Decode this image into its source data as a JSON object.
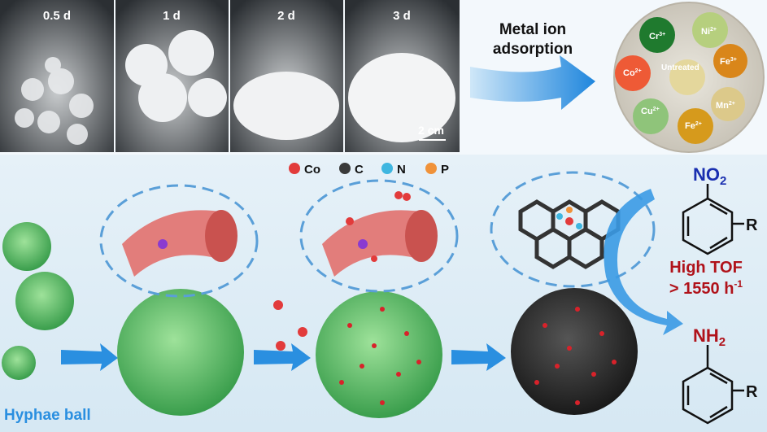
{
  "photos": [
    {
      "label": "0.5 d"
    },
    {
      "label": "1 d"
    },
    {
      "label": "2 d"
    },
    {
      "label": "3 d"
    }
  ],
  "scale_bar": "2 cm",
  "adsorption_label_line1": "Metal ion",
  "adsorption_label_line2": "adsorption",
  "dish": {
    "center": "Untreated",
    "ions": [
      {
        "sym": "Cr",
        "charge": "3+",
        "color": "#1f7a2e"
      },
      {
        "sym": "Ni",
        "charge": "2+",
        "color": "#b6cf7e"
      },
      {
        "sym": "Fe",
        "charge": "3+",
        "color": "#d9861a"
      },
      {
        "sym": "Mn",
        "charge": "2+",
        "color": "#dcc98a"
      },
      {
        "sym": "Fe",
        "charge": "2+",
        "color": "#d69a1c"
      },
      {
        "sym": "Cu",
        "charge": "2+",
        "color": "#8fc47a"
      },
      {
        "sym": "Co",
        "charge": "2+",
        "color": "#ee5a36"
      }
    ]
  },
  "legend": [
    {
      "label": "Co",
      "color": "#e23b3b"
    },
    {
      "label": "C",
      "color": "#3a3a3a"
    },
    {
      "label": "N",
      "color": "#3fb6e0"
    },
    {
      "label": "P",
      "color": "#f0923a"
    }
  ],
  "hyphae_label": "Hyphae ball",
  "reactant": {
    "group_main": "NO",
    "group_sub": "2",
    "substituent": "R"
  },
  "product": {
    "group_main": "NH",
    "group_sub": "2",
    "substituent": "R"
  },
  "tof_line1": "High TOF",
  "tof_line2_main": "> 1550 h",
  "tof_line2_sup": "-1",
  "colors": {
    "accent_blue": "#2a8fe0",
    "dark_red": "#b0121a",
    "navy": "#1a2fb0",
    "green": "#5cc06a"
  }
}
